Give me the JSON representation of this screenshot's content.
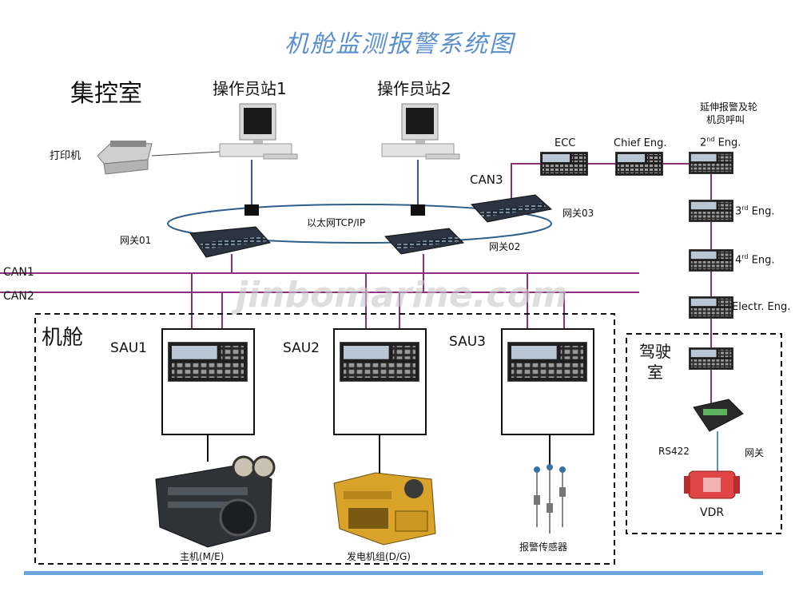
{
  "title": "机舱监测报警系统图",
  "labels": {
    "control_room": "集控室",
    "station1": "操作员站1",
    "station2": "操作员站2",
    "printer": "打印机",
    "ext_alarm_line1": "延伸报警及轮",
    "ext_alarm_line2": "机员呼叫",
    "ecc": "ECC",
    "chief_eng": "Chief Eng.",
    "second_eng_num": "2",
    "second_eng_sup": "nd",
    "second_eng_rest": " Eng.",
    "third_eng_num": "3",
    "third_eng_sup": "rd",
    "third_eng_rest": " Eng.",
    "fourth_eng_num": "4",
    "fourth_eng_sup": "rd",
    "fourth_eng_rest": " Eng.",
    "electr_eng": "Electr. Eng.",
    "can3": "CAN3",
    "gateway03": "网关03",
    "ethernet": "以太网TCP/IP",
    "gateway01": "网关01",
    "gateway02": "网关02",
    "can1": "CAN1",
    "can2": "CAN2",
    "watermark": "jinbomarine.com",
    "engine_room": "机舱",
    "sau1": "SAU1",
    "sau2": "SAU2",
    "sau3": "SAU3",
    "bridge_line1": "驾驶",
    "bridge_line2": "室",
    "rs422": "RS422",
    "gateway": "网关",
    "vdr": "VDR",
    "main_engine": "主机(M/E)",
    "generator": "发电机组(D/G)",
    "alarm_sensor": "报警传感器"
  },
  "colors": {
    "title": "#5a8fcf",
    "can_bus": "#8b2f7e",
    "network": "#2d5f8a",
    "bottom_bar": "#6aa6dd"
  }
}
